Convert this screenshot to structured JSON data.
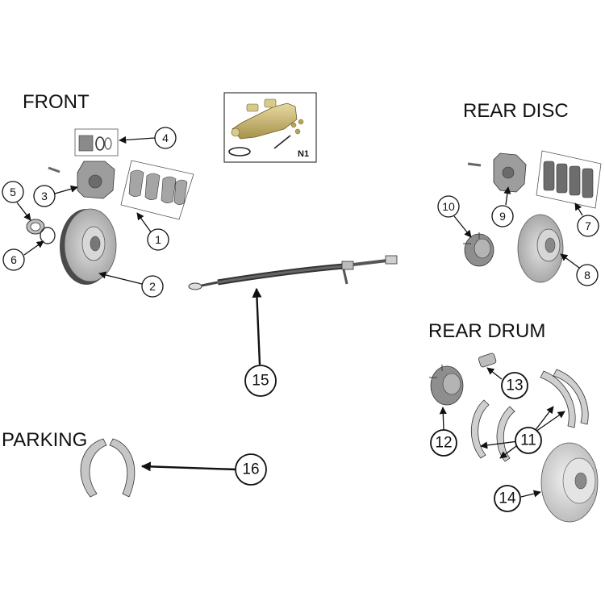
{
  "sections": {
    "front": "FRONT",
    "rear_disc": "REAR DISC",
    "rear_drum": "REAR DRUM",
    "parking": "PARKING"
  },
  "callouts": {
    "c1": "1",
    "c2": "2",
    "c3": "3",
    "c4": "4",
    "c5": "5",
    "c6": "6",
    "c7": "7",
    "c8": "8",
    "c9": "9",
    "c10": "10",
    "c11": "11",
    "c12": "12",
    "c13": "13",
    "c14": "14",
    "c15": "15",
    "c16": "16"
  },
  "inset": {
    "label": "N1"
  },
  "colors": {
    "rotor_gray": "#b9b9b9",
    "drum_gray": "#cfcfcf",
    "master_cylinder_gold": "#c9b46a",
    "line_black": "#111111"
  }
}
